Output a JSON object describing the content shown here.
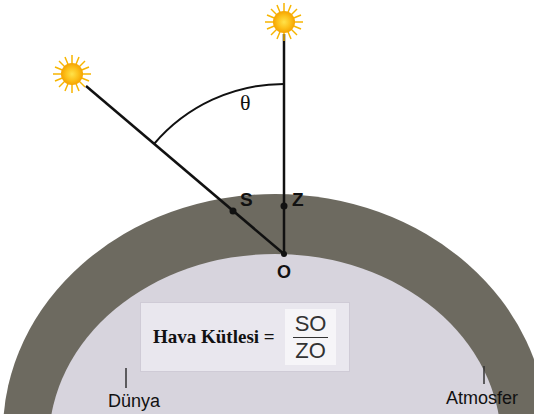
{
  "diagram": {
    "nodes": [
      {
        "text": [
          "Hava Kütlesi =",
          "SO",
          "ZO"
        ]
      }
    ],
    "labels": [
      "θ",
      "S",
      "Z",
      "O",
      "Dünya",
      "Atmosfer"
    ]
  }
}
